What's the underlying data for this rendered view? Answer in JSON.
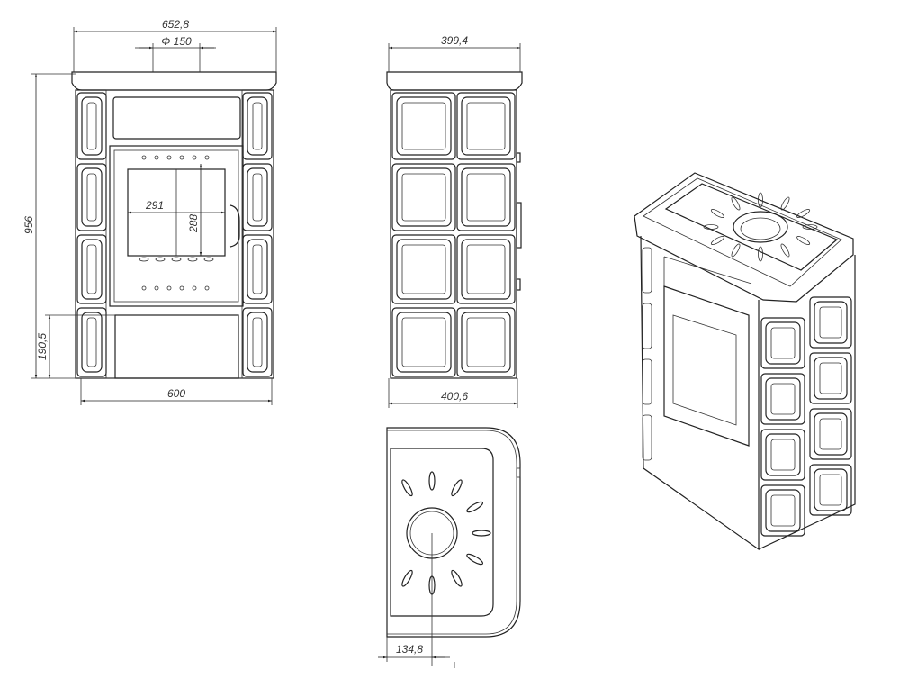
{
  "title": "Tiled stove dimensional drawing",
  "views": [
    "front",
    "side",
    "top",
    "isometric"
  ],
  "dimensions": {
    "front_width_top": "652,8",
    "flue_diameter": "Φ 150",
    "height": "956",
    "base_height": "190,5",
    "front_width_base": "600",
    "glass_width": "291",
    "glass_height": "288",
    "side_depth_top": "399,4",
    "side_depth_base": "400,6",
    "flue_offset": "134,8"
  },
  "colors": {
    "line": "#222222",
    "background": "#ffffff"
  }
}
